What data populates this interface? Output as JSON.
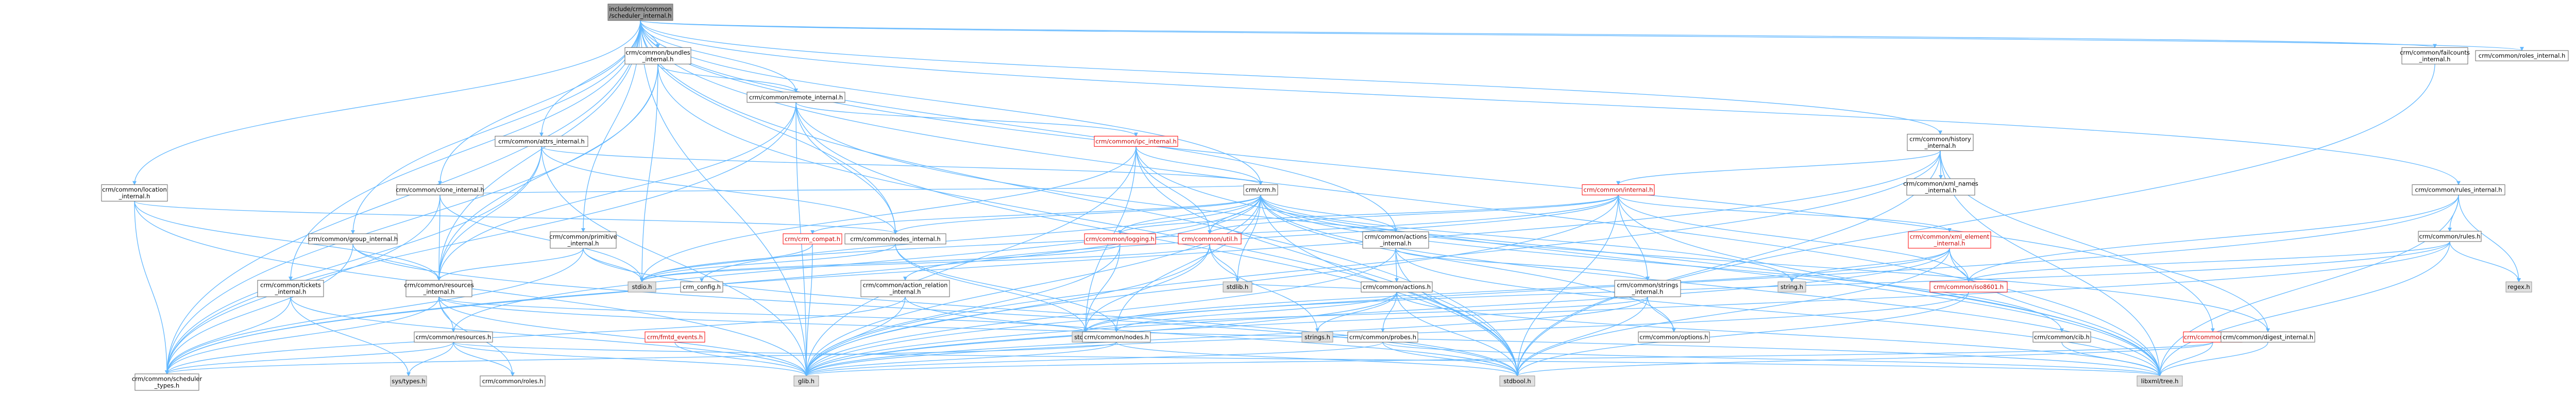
{
  "nodes": [
    {
      "id": "root",
      "lines": [
        "include/crm/common",
        "/scheduler_internal.h"
      ],
      "style": "root"
    },
    {
      "id": "bundles",
      "lines": [
        "crm/common/bundles",
        "_internal.h"
      ],
      "style": "normal"
    },
    {
      "id": "remote",
      "lines": [
        "crm/common/remote_internal.h"
      ],
      "style": "normal"
    },
    {
      "id": "location",
      "lines": [
        "crm/common/location",
        "_internal.h"
      ],
      "style": "normal"
    },
    {
      "id": "attrs",
      "lines": [
        "crm/common/attrs_internal.h"
      ],
      "style": "normal"
    },
    {
      "id": "ipc",
      "lines": [
        "crm/common/ipc_internal.h"
      ],
      "style": "red"
    },
    {
      "id": "history",
      "lines": [
        "crm/common/history",
        "_internal.h"
      ],
      "style": "normal"
    },
    {
      "id": "failcounts",
      "lines": [
        "crm/common/failcounts",
        "_internal.h"
      ],
      "style": "normal"
    },
    {
      "id": "roles_internal",
      "lines": [
        "crm/common/roles_internal.h"
      ],
      "style": "normal"
    },
    {
      "id": "clone",
      "lines": [
        "crm/common/clone_internal.h"
      ],
      "style": "normal"
    },
    {
      "id": "crm",
      "lines": [
        "crm/crm.h"
      ],
      "style": "normal"
    },
    {
      "id": "internal",
      "lines": [
        "crm/common/internal.h"
      ],
      "style": "red"
    },
    {
      "id": "xml_names",
      "lines": [
        "crm/common/xml_names",
        "_internal.h"
      ],
      "style": "normal"
    },
    {
      "id": "rules_internal",
      "lines": [
        "crm/common/rules_internal.h"
      ],
      "style": "normal"
    },
    {
      "id": "group",
      "lines": [
        "crm/common/group_internal.h"
      ],
      "style": "normal"
    },
    {
      "id": "primitive",
      "lines": [
        "crm/common/primitive",
        "_internal.h"
      ],
      "style": "normal"
    },
    {
      "id": "compat",
      "lines": [
        "crm/crm_compat.h"
      ],
      "style": "red"
    },
    {
      "id": "logging",
      "lines": [
        "crm/common/logging.h"
      ],
      "style": "red"
    },
    {
      "id": "util",
      "lines": [
        "crm/common/util.h"
      ],
      "style": "red"
    },
    {
      "id": "actions_internal",
      "lines": [
        "crm/common/actions",
        "_internal.h"
      ],
      "style": "normal"
    },
    {
      "id": "nodes_internal",
      "lines": [
        "crm/common/nodes_internal.h"
      ],
      "style": "normal"
    },
    {
      "id": "xml_element",
      "lines": [
        "crm/common/xml_element",
        "_internal.h"
      ],
      "style": "red"
    },
    {
      "id": "rules",
      "lines": [
        "crm/common/rules.h"
      ],
      "style": "normal"
    },
    {
      "id": "tickets",
      "lines": [
        "crm/common/tickets",
        "_internal.h"
      ],
      "style": "normal"
    },
    {
      "id": "resources_internal",
      "lines": [
        "crm/common/resources",
        "_internal.h"
      ],
      "style": "normal"
    },
    {
      "id": "stdio",
      "lines": [
        "stdio.h"
      ],
      "style": "ext"
    },
    {
      "id": "crm_config",
      "lines": [
        "crm_config.h"
      ],
      "style": "normal"
    },
    {
      "id": "action_relation",
      "lines": [
        "crm/common/action_relation",
        "_internal.h"
      ],
      "style": "normal"
    },
    {
      "id": "actions",
      "lines": [
        "crm/common/actions.h"
      ],
      "style": "normal"
    },
    {
      "id": "stdlib",
      "lines": [
        "stdlib.h"
      ],
      "style": "ext"
    },
    {
      "id": "strings_internal",
      "lines": [
        "crm/common/strings",
        "_internal.h"
      ],
      "style": "normal"
    },
    {
      "id": "string",
      "lines": [
        "string.h"
      ],
      "style": "ext"
    },
    {
      "id": "iso8601",
      "lines": [
        "crm/common/iso8601.h"
      ],
      "style": "red"
    },
    {
      "id": "regex",
      "lines": [
        "regex.h"
      ],
      "style": "ext"
    },
    {
      "id": "resources",
      "lines": [
        "crm/common/resources.h"
      ],
      "style": "normal"
    },
    {
      "id": "fmt_events",
      "lines": [
        "crm/fmtd_events.h"
      ],
      "style": "red"
    },
    {
      "id": "stdint",
      "lines": [
        "stdint.h"
      ],
      "style": "ext"
    },
    {
      "id": "nodes",
      "lines": [
        "crm/common/nodes.h"
      ],
      "style": "normal"
    },
    {
      "id": "strings",
      "lines": [
        "strings.h"
      ],
      "style": "ext"
    },
    {
      "id": "probes",
      "lines": [
        "crm/common/probes.h"
      ],
      "style": "normal"
    },
    {
      "id": "options",
      "lines": [
        "crm/common/options.h"
      ],
      "style": "normal"
    },
    {
      "id": "cib",
      "lines": [
        "crm/common/cib.h"
      ],
      "style": "normal"
    },
    {
      "id": "xml",
      "lines": [
        "crm/common/xml.h"
      ],
      "style": "red"
    },
    {
      "id": "digest",
      "lines": [
        "crm/common/digest_internal.h"
      ],
      "style": "normal"
    },
    {
      "id": "scheduler_types",
      "lines": [
        "crm/common/scheduler",
        "_types.h"
      ],
      "style": "normal"
    },
    {
      "id": "systypes",
      "lines": [
        "sys/types.h"
      ],
      "style": "ext"
    },
    {
      "id": "glib",
      "lines": [
        "glib.h"
      ],
      "style": "ext"
    },
    {
      "id": "roles",
      "lines": [
        "crm/common/roles.h"
      ],
      "style": "normal"
    },
    {
      "id": "stdbool",
      "lines": [
        "stdbool.h"
      ],
      "style": "ext"
    },
    {
      "id": "libxml",
      "lines": [
        "libxml/tree.h"
      ],
      "style": "ext"
    }
  ],
  "edges": [
    [
      "root",
      "bundles"
    ],
    [
      "root",
      "remote"
    ],
    [
      "root",
      "location"
    ],
    [
      "root",
      "attrs"
    ],
    [
      "root",
      "history"
    ],
    [
      "root",
      "failcounts"
    ],
    [
      "root",
      "roles_internal"
    ],
    [
      "root",
      "clone"
    ],
    [
      "root",
      "rules_internal"
    ],
    [
      "root",
      "group"
    ],
    [
      "root",
      "primitive"
    ],
    [
      "root",
      "actions_internal"
    ],
    [
      "root",
      "nodes_internal"
    ],
    [
      "root",
      "tickets"
    ],
    [
      "root",
      "resources_internal"
    ],
    [
      "root",
      "stdbool"
    ],
    [
      "root",
      "glib"
    ],
    [
      "root",
      "scheduler_types"
    ],
    [
      "root",
      "digest"
    ],
    [
      "root",
      "libxml"
    ],
    [
      "root",
      "crm"
    ],
    [
      "bundles",
      "remote"
    ],
    [
      "bundles",
      "resources_internal"
    ],
    [
      "bundles",
      "stdio"
    ],
    [
      "bundles",
      "stdbool"
    ],
    [
      "bundles",
      "scheduler_types"
    ],
    [
      "remote",
      "ipc"
    ],
    [
      "remote",
      "nodes_internal"
    ],
    [
      "remote",
      "resources_internal"
    ],
    [
      "remote",
      "glib"
    ],
    [
      "remote",
      "stdbool"
    ],
    [
      "remote",
      "scheduler_types"
    ],
    [
      "remote",
      "libxml"
    ],
    [
      "location",
      "glib"
    ],
    [
      "location",
      "scheduler_types"
    ],
    [
      "location",
      "nodes_internal"
    ],
    [
      "location",
      "resources_internal"
    ],
    [
      "attrs",
      "crm"
    ],
    [
      "attrs",
      "glib"
    ],
    [
      "attrs",
      "nodes_internal"
    ],
    [
      "attrs",
      "scheduler_types"
    ],
    [
      "attrs",
      "resources_internal"
    ],
    [
      "ipc",
      "crm"
    ],
    [
      "ipc",
      "stdio"
    ],
    [
      "ipc",
      "stdint"
    ],
    [
      "ipc",
      "glib"
    ],
    [
      "ipc",
      "stdbool"
    ],
    [
      "ipc",
      "libxml"
    ],
    [
      "ipc",
      "util"
    ],
    [
      "history",
      "internal"
    ],
    [
      "history",
      "xml_names"
    ],
    [
      "history",
      "xml"
    ],
    [
      "history",
      "glib"
    ],
    [
      "history",
      "stdbool"
    ],
    [
      "history",
      "libxml"
    ],
    [
      "history",
      "scheduler_types"
    ],
    [
      "clone",
      "stdio"
    ],
    [
      "clone",
      "resources_internal"
    ],
    [
      "clone",
      "crm"
    ],
    [
      "clone",
      "scheduler_types"
    ],
    [
      "crm",
      "crm_config"
    ],
    [
      "crm",
      "stdlib"
    ],
    [
      "crm",
      "glib"
    ],
    [
      "crm",
      "stdbool"
    ],
    [
      "crm",
      "string"
    ],
    [
      "crm",
      "libxml"
    ],
    [
      "crm",
      "logging"
    ],
    [
      "crm",
      "util"
    ],
    [
      "crm",
      "compat"
    ],
    [
      "crm",
      "actions_internal"
    ],
    [
      "crm",
      "nodes_internal"
    ],
    [
      "crm",
      "options"
    ],
    [
      "crm",
      "nodes"
    ],
    [
      "crm",
      "resources"
    ],
    [
      "crm",
      "scheduler_types"
    ],
    [
      "crm",
      "cib"
    ],
    [
      "crm",
      "digest"
    ],
    [
      "internal",
      "logging"
    ],
    [
      "internal",
      "util"
    ],
    [
      "internal",
      "iso8601"
    ],
    [
      "internal",
      "stdbool"
    ],
    [
      "internal",
      "glib"
    ],
    [
      "internal",
      "libxml"
    ],
    [
      "internal",
      "strings_internal"
    ],
    [
      "internal",
      "xml_element"
    ],
    [
      "internal",
      "action_relation"
    ],
    [
      "internal",
      "stdio"
    ],
    [
      "rules_internal",
      "rules"
    ],
    [
      "rules_internal",
      "iso8601"
    ],
    [
      "rules_internal",
      "regex"
    ],
    [
      "rules_internal",
      "glib"
    ],
    [
      "rules_internal",
      "libxml"
    ],
    [
      "group",
      "resources_internal"
    ],
    [
      "group",
      "stdbool"
    ],
    [
      "group",
      "scheduler_types"
    ],
    [
      "primitive",
      "stdbool"
    ],
    [
      "primitive",
      "stdio"
    ],
    [
      "primitive",
      "resources_internal"
    ],
    [
      "primitive",
      "scheduler_types"
    ],
    [
      "compat",
      "stdio"
    ],
    [
      "compat",
      "glib"
    ],
    [
      "logging",
      "stdio"
    ],
    [
      "logging",
      "glib"
    ],
    [
      "logging",
      "stdint"
    ],
    [
      "util",
      "stdlib"
    ],
    [
      "util",
      "stdio"
    ],
    [
      "util",
      "stdint"
    ],
    [
      "util",
      "glib"
    ],
    [
      "util",
      "strings"
    ],
    [
      "actions_internal",
      "actions"
    ],
    [
      "actions_internal",
      "stdbool"
    ],
    [
      "actions_internal",
      "glib"
    ],
    [
      "actions_internal",
      "libxml"
    ],
    [
      "actions_internal",
      "strings_internal"
    ],
    [
      "nodes_internal",
      "stdio"
    ],
    [
      "nodes_internal",
      "stdint"
    ],
    [
      "nodes_internal",
      "nodes"
    ],
    [
      "xml_element",
      "string"
    ],
    [
      "xml_element",
      "iso8601"
    ],
    [
      "xml_element",
      "stdbool"
    ],
    [
      "xml_element",
      "stdint"
    ],
    [
      "xml_element",
      "libxml"
    ],
    [
      "xml_element",
      "glib"
    ],
    [
      "rules",
      "glib"
    ],
    [
      "rules",
      "regex"
    ],
    [
      "rules",
      "stdint"
    ],
    [
      "rules",
      "iso8601"
    ],
    [
      "rules",
      "libxml"
    ],
    [
      "tickets",
      "glib"
    ],
    [
      "tickets",
      "systypes"
    ],
    [
      "tickets",
      "scheduler_types"
    ],
    [
      "resources_internal",
      "resources"
    ],
    [
      "resources_internal",
      "roles"
    ],
    [
      "resources_internal",
      "glib"
    ],
    [
      "resources_internal",
      "stdint"
    ],
    [
      "resources_internal",
      "scheduler_types"
    ],
    [
      "resources_internal",
      "libxml"
    ],
    [
      "action_relation",
      "glib"
    ],
    [
      "action_relation",
      "stdbool"
    ],
    [
      "action_relation",
      "scheduler_types"
    ],
    [
      "actions",
      "glib"
    ],
    [
      "actions",
      "strings"
    ],
    [
      "actions",
      "libxml"
    ],
    [
      "actions",
      "stdbool"
    ],
    [
      "actions",
      "probes"
    ],
    [
      "actions",
      "nodes"
    ],
    [
      "actions",
      "stdlib"
    ],
    [
      "strings_internal",
      "glib"
    ],
    [
      "strings_internal",
      "stdbool"
    ],
    [
      "strings_internal",
      "options"
    ],
    [
      "strings_internal",
      "stdint"
    ],
    [
      "iso8601",
      "glib"
    ],
    [
      "iso8601",
      "stdbool"
    ],
    [
      "resources",
      "scheduler_types"
    ],
    [
      "resources",
      "glib"
    ],
    [
      "resources",
      "systypes"
    ],
    [
      "resources",
      "roles"
    ],
    [
      "resources",
      "libxml"
    ],
    [
      "fmt_events",
      "glib"
    ],
    [
      "nodes",
      "glib"
    ],
    [
      "nodes",
      "scheduler_types"
    ],
    [
      "nodes",
      "stdbool"
    ],
    [
      "probes",
      "stdbool"
    ],
    [
      "probes",
      "glib"
    ],
    [
      "probes",
      "libxml"
    ],
    [
      "cib",
      "libxml"
    ],
    [
      "xml",
      "stdbool"
    ],
    [
      "xml",
      "libxml"
    ],
    [
      "xml",
      "glib"
    ],
    [
      "digest",
      "libxml"
    ],
    [
      "failcounts",
      "stdbool"
    ]
  ]
}
